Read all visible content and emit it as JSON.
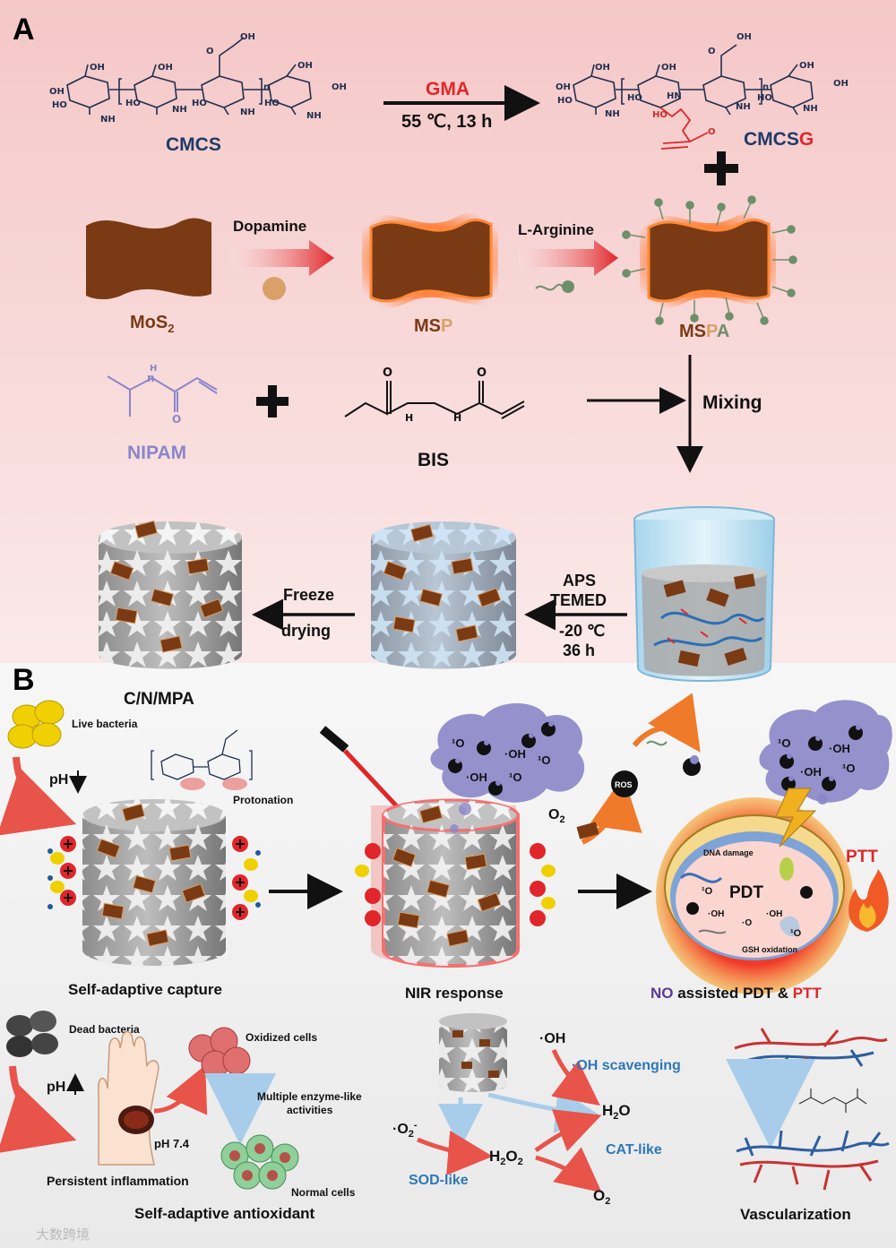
{
  "panels": {
    "a": "A",
    "b": "B"
  },
  "colors": {
    "navy": "#1f3a68",
    "red": "#e0262a",
    "brown": "#7a3a14",
    "purple": "#8b86c9",
    "tan": "#d9a06a",
    "green": "#6d8f6a",
    "blue": "#3c7fc1"
  },
  "synthesis": {
    "cmcs": "CMCS",
    "gma": "GMA",
    "conditions": "55 ℃, 13 h",
    "cmcsg": {
      "a": "CMCS",
      "b": "G"
    },
    "mos2": {
      "main": "MoS",
      "sub": "2"
    },
    "dopamine": "Dopamine",
    "msp": {
      "a": "MS",
      "b": "P"
    },
    "larginine": "L-Arginine",
    "mspa": {
      "a": "MS",
      "b": "P",
      "c": "A"
    },
    "nipam": "NIPAM",
    "bis": "BIS",
    "mixing": "Mixing",
    "aps": "APS",
    "temed": "TEMED",
    "temp": "-20 ℃",
    "time": "36 h",
    "freeze": "Freeze",
    "drying": "drying",
    "product": "C/N/MPA"
  },
  "chem_labels": {
    "oh": "OH",
    "ho": "HO",
    "nh2": "NH",
    "two": "2",
    "n": "n",
    "o": "O",
    "h": "H",
    "hn": "HN"
  },
  "mechanism": {
    "live_bacteria": "Live bacteria",
    "ph": "pH",
    "protonation": "Protonation",
    "capture": "Self-adaptive capture",
    "nir": "NIR response",
    "o2": "O",
    "ros": "ROS",
    "no": "NO",
    "radical_oh": "·OH",
    "singlet": "¹O",
    "dna_damage": "DNA damage",
    "pdt": "PDT",
    "superoxide": "·O",
    "gsh": "GSH oxidation",
    "ptt": "PTT",
    "assisted": {
      "a": "NO",
      "b": " assisted PDT & ",
      "c": "PTT"
    }
  },
  "antioxidant": {
    "dead_bacteria": "Dead bacteria",
    "oxidized_cells": "Oxidized cells",
    "enzyme_1": "Multiple enzyme-like",
    "enzyme_2": "activities",
    "ph74": "pH 7.4",
    "persistent": "Persistent inflammation",
    "normal_cells": "Normal cells",
    "title": "Self-adaptive antioxidant",
    "oh": "·OH",
    "oh_scavenging": "·OH scavenging",
    "h2o": "H",
    "h2o2": "H",
    "cat_like": "CAT-like",
    "sod_like": "SOD-like",
    "o2minus": "·O",
    "o2": "O",
    "vascularization": "Vascularization"
  },
  "watermark": "大数跨境"
}
